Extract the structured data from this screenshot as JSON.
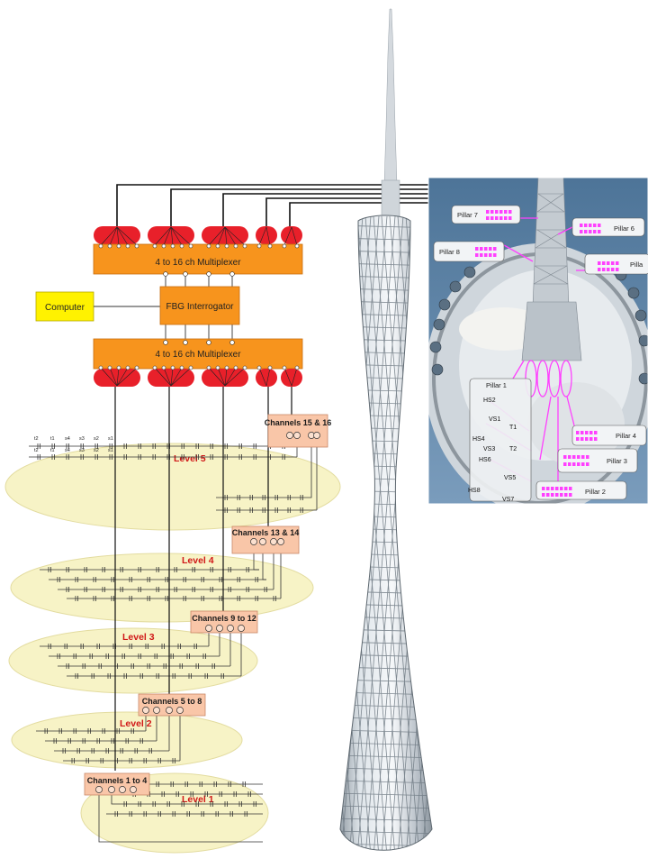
{
  "diagram": {
    "computer_label": "Computer",
    "interrogator_label": "FBG Interrogator",
    "mux_top_label": "4 to 16 ch Multiplexer",
    "mux_bottom_label": "4 to 16 ch Multiplexer",
    "channel_groups": [
      {
        "label": "Channels 15 & 16"
      },
      {
        "label": "Channels 13 & 14"
      },
      {
        "label": "Channels 9 to 12"
      },
      {
        "label": "Channels 5 to 8"
      },
      {
        "label": "Channels 1 to 4"
      }
    ],
    "levels": [
      {
        "label": "Level 5"
      },
      {
        "label": "Level 4"
      },
      {
        "label": "Level 3"
      },
      {
        "label": "Level 2"
      },
      {
        "label": "Level 1"
      }
    ],
    "level5_sensor_labels": [
      "t2",
      "t1",
      "s4",
      "s3",
      "s2",
      "s1"
    ],
    "inset": {
      "pillars": {
        "p7": "Pillar 7",
        "p6": "Pillar 6",
        "p8": "Pillar 8",
        "p5": "Pilla",
        "p1": "Pillar 1",
        "p4": "Pillar 4",
        "p3": "Pillar 3",
        "p2": "Pillar 2"
      },
      "sensors": {
        "hs2": "HS2",
        "vs1": "VS1",
        "t1": "T1",
        "hs4": "HS4",
        "vs3": "VS3",
        "t2": "T2",
        "hs6": "HS6",
        "vs5": "VS5",
        "hs8": "HS8",
        "vs7": "VS7"
      }
    }
  },
  "colors": {
    "mux": "#f7941d",
    "coupler": "#e8202a",
    "computer": "#fff200",
    "channel_box": "#f9c6a8",
    "level_ellipse": "#f7f3c6",
    "level_label": "#d01818",
    "sensor_magenta": "#ff40ff"
  }
}
